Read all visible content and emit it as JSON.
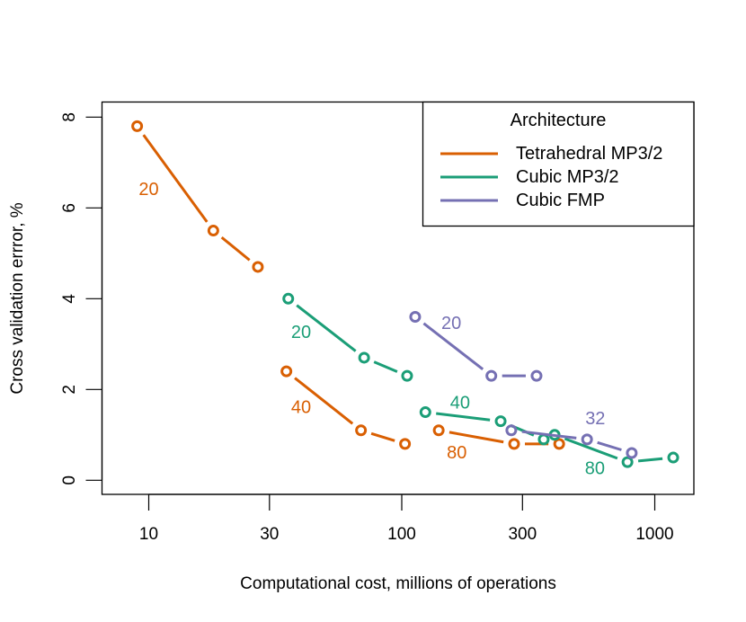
{
  "chart_data": {
    "type": "line",
    "title": "",
    "xlabel": "Computational cost, millions of operations",
    "ylabel": "Cross validation errror, %",
    "xscale": "log",
    "xlim": [
      7.3,
      1450
    ],
    "ylim": [
      -0.32,
      8.33
    ],
    "xticks": [
      10,
      30,
      100,
      300,
      1000
    ],
    "xtick_labels": [
      "10",
      "30",
      "100",
      "300",
      "1000"
    ],
    "yticks": [
      0,
      2,
      4,
      6,
      8
    ],
    "ytick_labels": [
      "0",
      "2",
      "4",
      "6",
      "8"
    ],
    "grid": false,
    "legend": {
      "title": "Architecture",
      "placement": "top-right",
      "entries": [
        {
          "name": "Tetrahedral MP3/2",
          "color": "#D95F02"
        },
        {
          "name": "Cubic MP3/2",
          "color": "#1B9E77"
        },
        {
          "name": "Cubic FMP",
          "color": "#7570B3"
        }
      ]
    },
    "series": [
      {
        "name": "Tetrahedral MP3/2",
        "group_label": "20",
        "color": "#D95F02",
        "x": [
          9,
          18,
          27
        ],
        "y": [
          7.8,
          5.5,
          4.7
        ],
        "label_at": [
          10,
          6.4
        ]
      },
      {
        "name": "Tetrahedral MP3/2",
        "group_label": "40",
        "color": "#D95F02",
        "x": [
          35,
          69,
          103
        ],
        "y": [
          2.4,
          1.1,
          0.8
        ],
        "label_at": [
          40,
          1.6
        ]
      },
      {
        "name": "Tetrahedral MP3/2",
        "group_label": "80",
        "color": "#D95F02",
        "x": [
          140,
          278,
          419
        ],
        "y": [
          1.1,
          0.8,
          0.8
        ],
        "label_at": [
          165,
          0.6
        ]
      },
      {
        "name": "Cubic MP3/2",
        "group_label": "20",
        "color": "#1B9E77",
        "x": [
          35.6,
          71,
          105
        ],
        "y": [
          4.0,
          2.7,
          2.3
        ],
        "label_at": [
          40,
          3.25
        ]
      },
      {
        "name": "Cubic MP3/2",
        "group_label": "40",
        "color": "#1B9E77",
        "x": [
          124,
          246,
          364
        ],
        "y": [
          1.5,
          1.3,
          0.9
        ],
        "label_at": [
          170,
          1.7
        ]
      },
      {
        "name": "Cubic MP3/2",
        "group_label": "80",
        "color": "#1B9E77",
        "x": [
          402,
          780,
          1183
        ],
        "y": [
          1.0,
          0.4,
          0.5
        ],
        "label_at": [
          580,
          0.25
        ]
      },
      {
        "name": "Cubic FMP",
        "group_label": "20",
        "color": "#7570B3",
        "x": [
          113,
          226,
          341
        ],
        "y": [
          3.6,
          2.3,
          2.3
        ],
        "label_at": [
          157,
          3.45
        ]
      },
      {
        "name": "Cubic FMP",
        "group_label": "32",
        "color": "#7570B3",
        "x": [
          271,
          540,
          811
        ],
        "y": [
          1.1,
          0.9,
          0.6
        ],
        "label_at": [
          582,
          1.35
        ]
      }
    ]
  }
}
